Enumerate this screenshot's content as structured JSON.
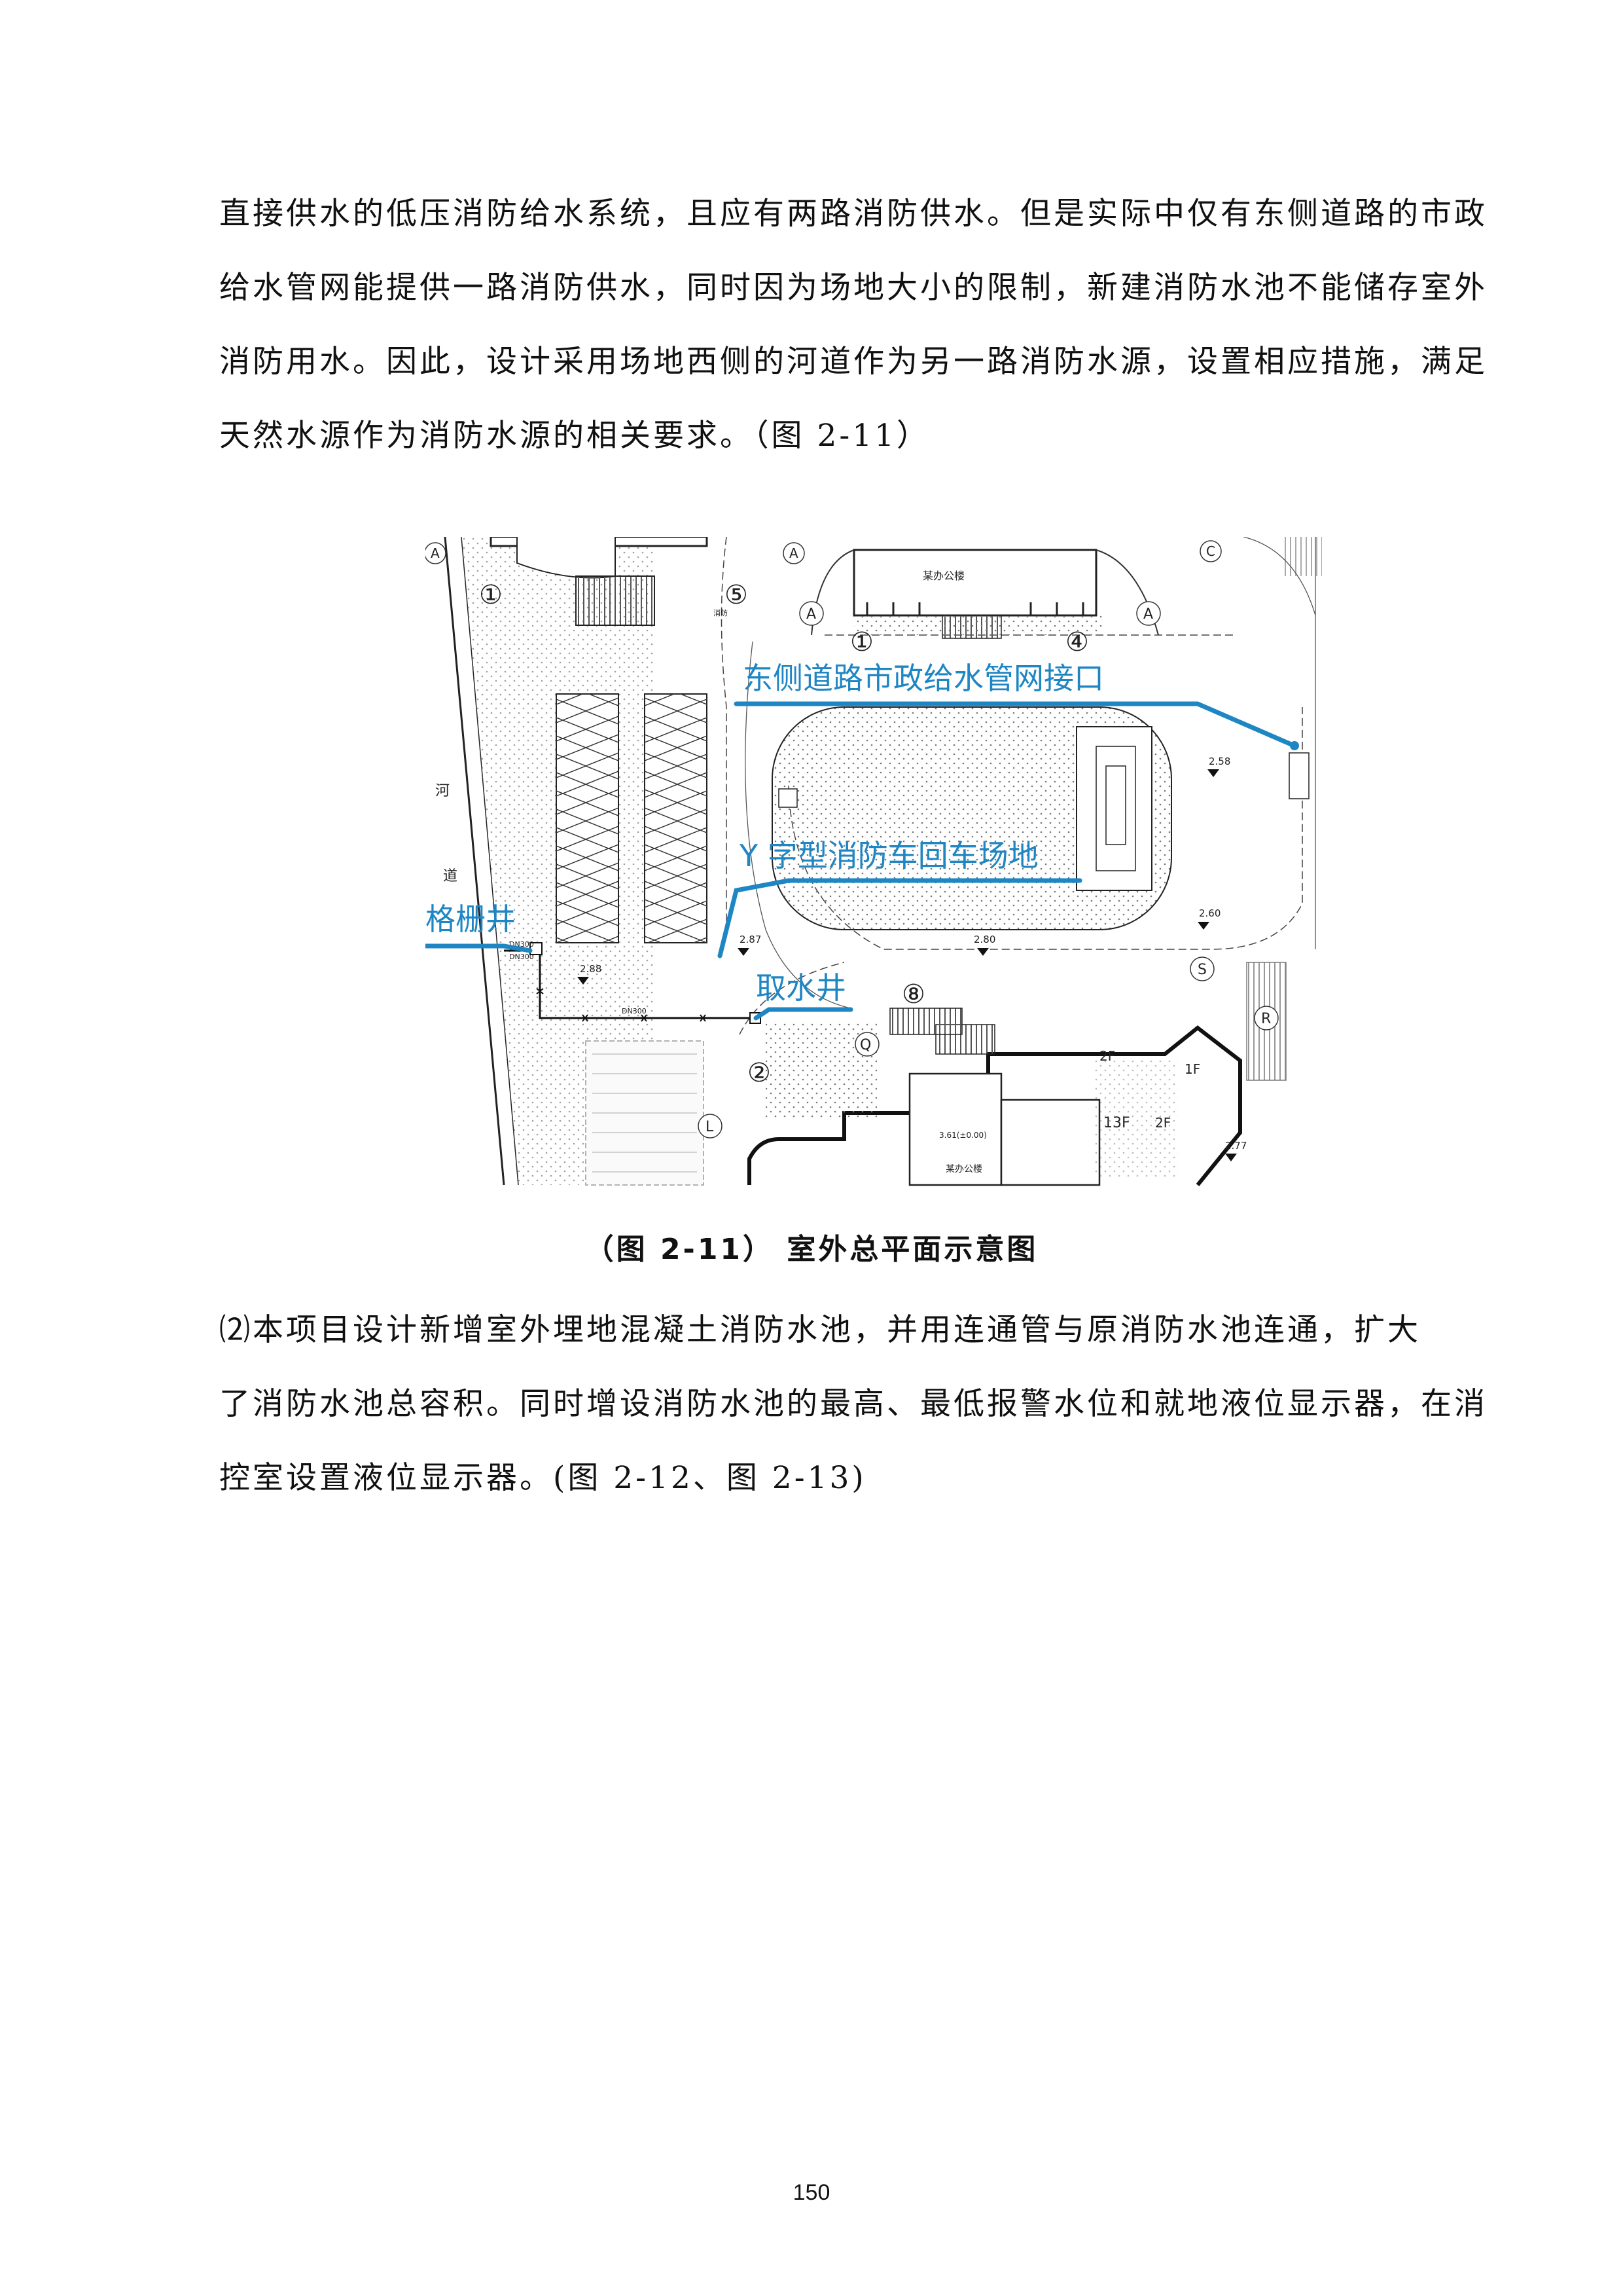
{
  "paragraph_1": {
    "lines": [
      "直接供水的低压消防给水系统，且应有两路消防供水。但是实际中仅有东侧道路的市政",
      "给水管网能提供一路消防供水，同时因为场地大小的限制，新建消防水池不能储存室外",
      "消防用水。因此，设计采用场地西侧的河道作为另一路消防水源，设置相应措施，满足",
      "天然水源作为消防水源的相关要求。（图 2-11）"
    ]
  },
  "figure": {
    "callouts": {
      "east_connection": "东侧道路市政给水管网接口",
      "y_turnaround": "Y 字型消防车回车场地",
      "grate_well": "格栅井",
      "intake_well": "取水井"
    },
    "building_labels": {
      "office_top": "某办公楼",
      "office_bottom": "某办公楼",
      "elevation_tag": "3.61(±0.00)",
      "floors_13f": "13F",
      "floors_2f_a": "2F",
      "floors_2f_b": "2F",
      "floors_1f": "1F"
    },
    "river_label_1": "河",
    "river_label_2": "道",
    "sign_label": "消防",
    "pipe_labels": {
      "dn300_a": "DN300",
      "dn300_b": "DN300",
      "dn300_c": "DN300"
    },
    "elevations": {
      "e258": "2.58",
      "e287": "2.87",
      "e280": "2.80",
      "e260": "2.60",
      "e288": "2.88",
      "e277": "2.77"
    },
    "grid_markers": {
      "a1": "A",
      "a2": "A",
      "a3": "A",
      "a4": "A",
      "c": "C",
      "n1": "①",
      "n5": "⑤",
      "n1b": "①",
      "n4": "④",
      "n8": "⑧",
      "n2": "②",
      "q": "Q",
      "l": "L",
      "s": "S",
      "r": "R"
    }
  },
  "caption": "（图 2-11）  室外总平面示意图",
  "paragraph_2": {
    "lines": [
      "⑵本项目设计新增室外埋地混凝土消防水池，并用连通管与原消防水池连通，扩大",
      "了消防水池总容积。同时增设消防水池的最高、最低报警水位和就地液位显示器，在消",
      "控室设置液位显示器。(图 2-12、图 2-13)"
    ]
  },
  "page_number": "150",
  "colors": {
    "callout_blue": "#1f86c4",
    "drawing_line": "#222222",
    "hatch": "#888888"
  }
}
